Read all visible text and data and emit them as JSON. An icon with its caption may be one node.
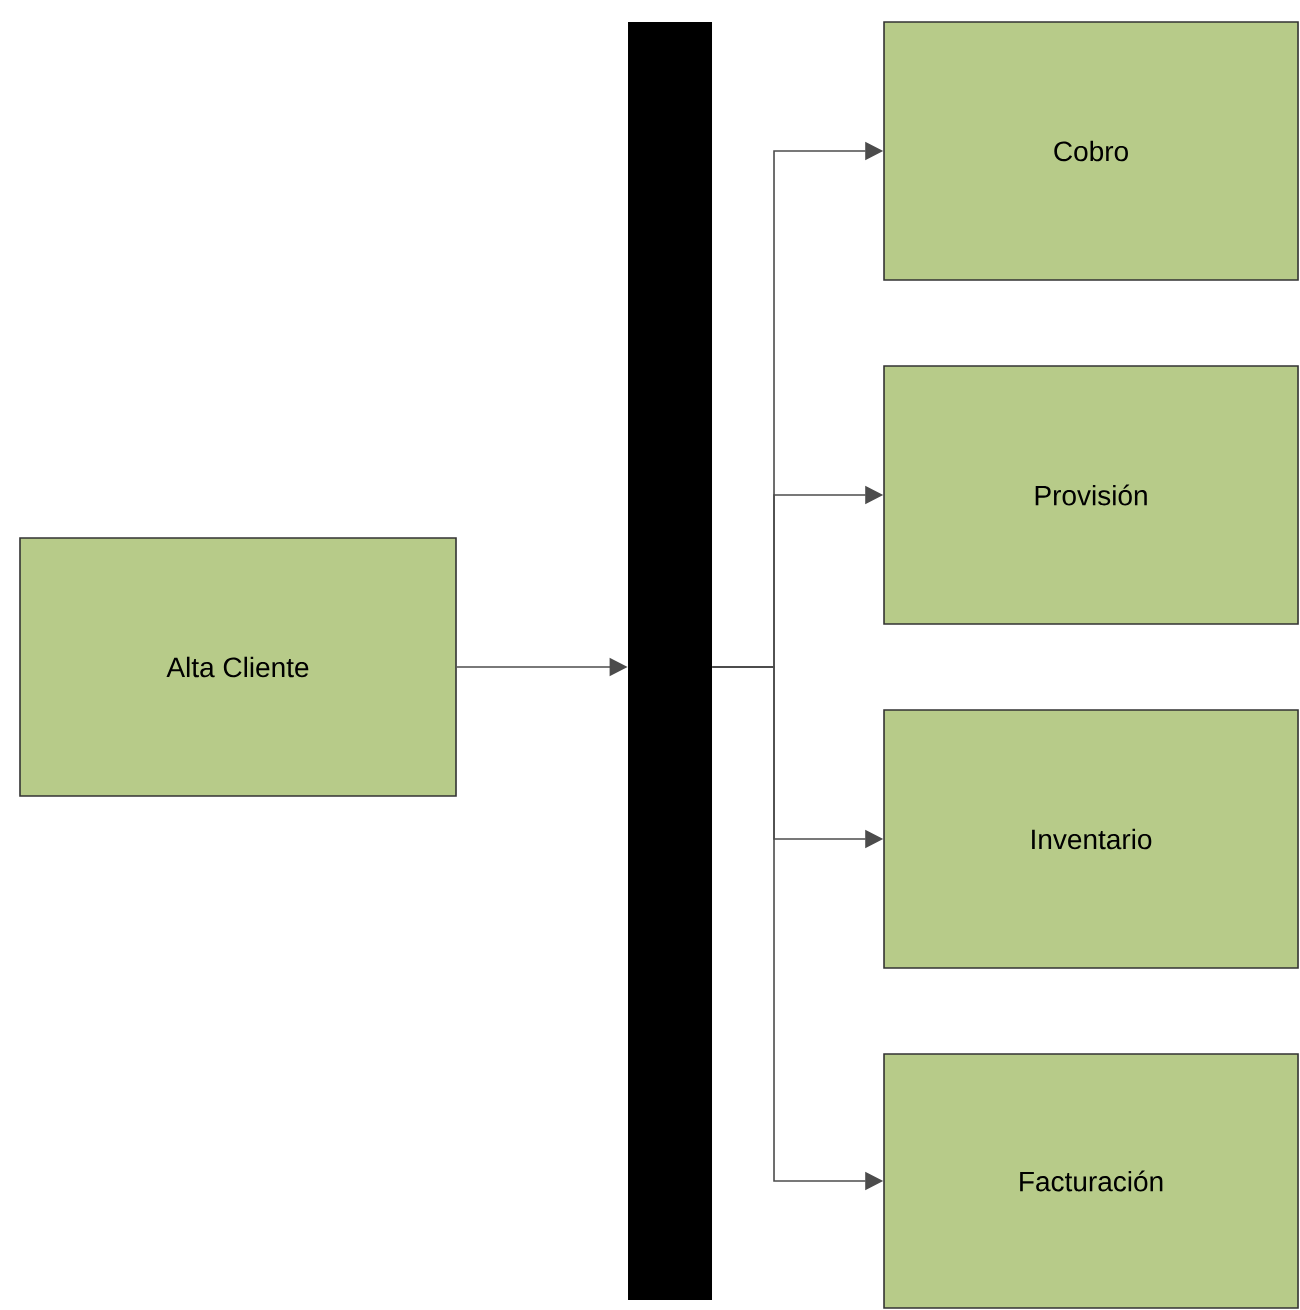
{
  "diagram": {
    "nodes": [
      {
        "text": [
          "Alta Cliente"
        ]
      },
      {
        "text": [],
        "shape": "bar"
      },
      {
        "text": [
          "Cobro"
        ]
      },
      {
        "text": [
          "Provisión"
        ]
      },
      {
        "text": [
          "Inventario"
        ]
      },
      {
        "text": [
          "Facturación"
        ]
      }
    ],
    "edges": [
      {
        "from": 0,
        "to": 1,
        "arrow": "to"
      },
      {
        "from": 1,
        "to": 2,
        "arrow": "to"
      },
      {
        "from": 1,
        "to": 3,
        "arrow": "to"
      },
      {
        "from": 1,
        "to": 4,
        "arrow": "to"
      },
      {
        "from": 1,
        "to": 5,
        "arrow": "to"
      }
    ]
  }
}
